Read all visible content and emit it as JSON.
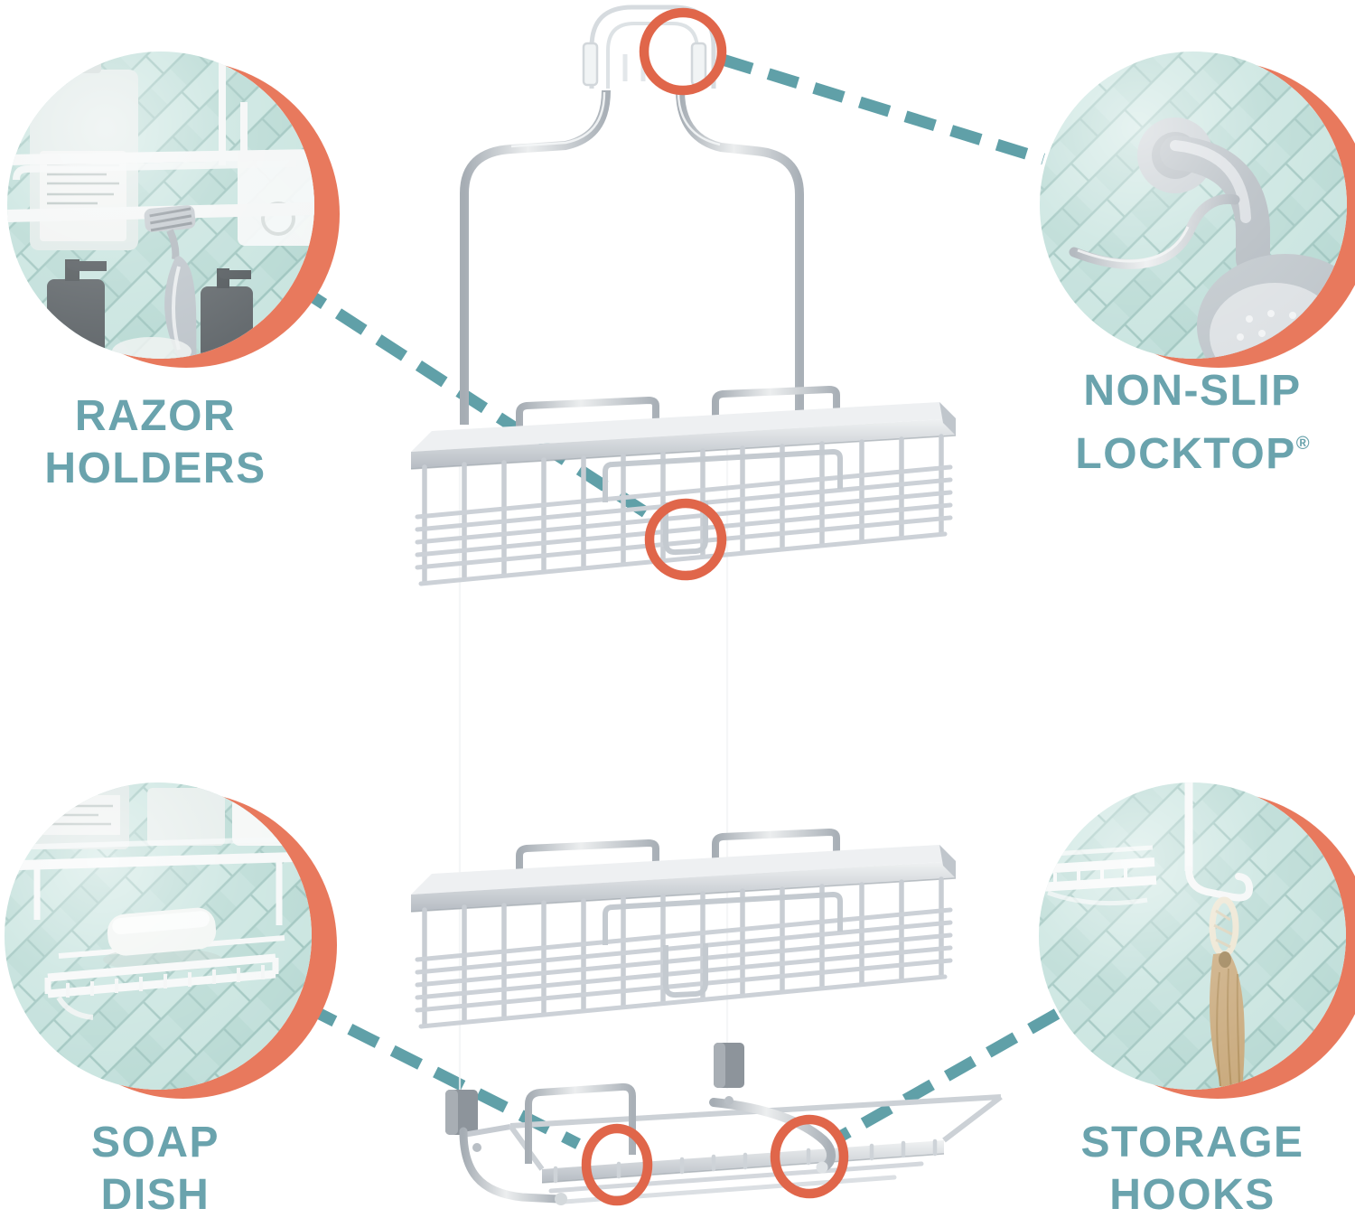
{
  "palette": {
    "background": "#ffffff",
    "teal_label_text": "#6aa3ad",
    "teal_dashed_line": "#60a0a8",
    "coral_crescent": "#e8795d",
    "coral_highlight_ring": "#e0664a",
    "silver_wire": "#c3c9cf",
    "tile_teal": "#bfded9",
    "clip_gray": "#8d949b"
  },
  "features": [
    {
      "id": "razor-holders",
      "label": [
        "RAZOR",
        "HOLDERS"
      ],
      "photo": "razor-hanging-in-holder-photo",
      "highlight": "razor-slot-on-upper-basket"
    },
    {
      "id": "non-slip-locktop",
      "label": [
        "NON-SLIP",
        "LOCKTOP"
      ],
      "trademark": "®",
      "photo": "hook-over-shower-arm-photo",
      "highlight": "locktop-hook"
    },
    {
      "id": "soap-dish",
      "label": [
        "SOAP",
        "DISH"
      ],
      "photo": "soap-bar-on-wire-dish-photo",
      "highlight": "bottom-soap-dish-rim"
    },
    {
      "id": "storage-hooks",
      "label": [
        "STORAGE",
        "HOOKS"
      ],
      "photo": "brush-hanging-on-hook-photo",
      "highlight": "right-storage-hook"
    }
  ]
}
